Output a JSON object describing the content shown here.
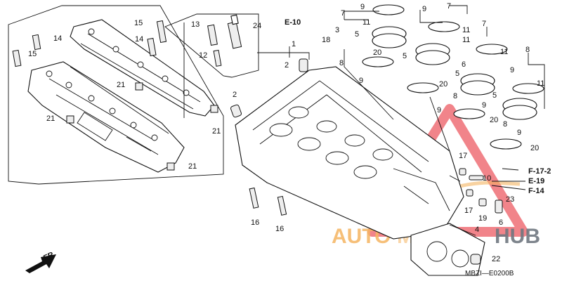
{
  "diagram": {
    "callouts": {
      "c1": "1",
      "c2a": "2",
      "c2b": "2",
      "c3": "3",
      "c4": "4",
      "c5a": "5",
      "c5b": "5",
      "c5c": "5",
      "c5d": "5",
      "c6": "6",
      "c7a": "7",
      "c7b": "7",
      "c7c": "7",
      "c8a": "8",
      "c8b": "8",
      "c8c": "8",
      "c8d": "8",
      "c9a": "9",
      "c9b": "9",
      "c9c": "9",
      "c9d": "9",
      "c9e": "9",
      "c9f": "9",
      "c9g": "9",
      "c10": "10",
      "c11a": "11",
      "c11b": "11",
      "c11c": "11",
      "c11d": "11",
      "c11e": "11",
      "c12": "12",
      "c13": "13",
      "c14a": "14",
      "c14b": "14",
      "c15a": "15",
      "c15b": "15",
      "c16a": "16",
      "c16b": "16",
      "c17a": "17",
      "c17b": "17",
      "c18": "18",
      "c19": "19",
      "c20a": "20",
      "c20b": "20",
      "c20c": "20",
      "c21a": "21",
      "c21b": "21",
      "c21c": "21",
      "c21d": "21",
      "c22": "22",
      "c23": "23",
      "c24": "24"
    },
    "refs": {
      "e10": "E-10",
      "f172": "F-17-2",
      "e19": "E-19",
      "f14": "F-14"
    },
    "direction_label": "FR.",
    "drawing_code": "MBZI—E0200B",
    "watermark": {
      "text_left": "AUTO",
      "text_mid": "MOTO",
      "text_right": "HUB",
      "color_primary": "#e8323c",
      "color_secondary": "#f2a23a"
    }
  }
}
